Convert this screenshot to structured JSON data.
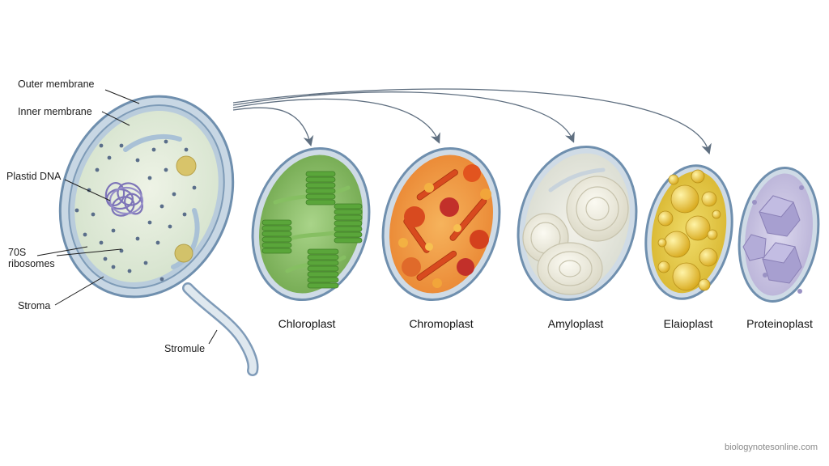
{
  "labels": {
    "outer_membrane": "Outer membrane",
    "inner_membrane": "Inner membrane",
    "plastid_dna": "Plastid DNA",
    "ribosomes_line1": "70S",
    "ribosomes_line2": "ribosomes",
    "stroma": "Stroma",
    "stromule": "Stromule"
  },
  "plastid_types": [
    {
      "name": "Chloroplast"
    },
    {
      "name": "Chromoplast"
    },
    {
      "name": "Amyloplast"
    },
    {
      "name": "Elaioplast"
    },
    {
      "name": "Proteinoplast"
    }
  ],
  "watermark": "biologynotesonline.com",
  "colors": {
    "outline": "#6f8fae",
    "stroma": "#e3ecd8",
    "chloroplast": "#6fb04a",
    "chromoplast": "#ef8a3a",
    "amyloplast": "#ecebe0",
    "elaioplast": "#e6c53a",
    "proteinoplast": "#c9c2e2",
    "arrow": "#5f6f80"
  }
}
